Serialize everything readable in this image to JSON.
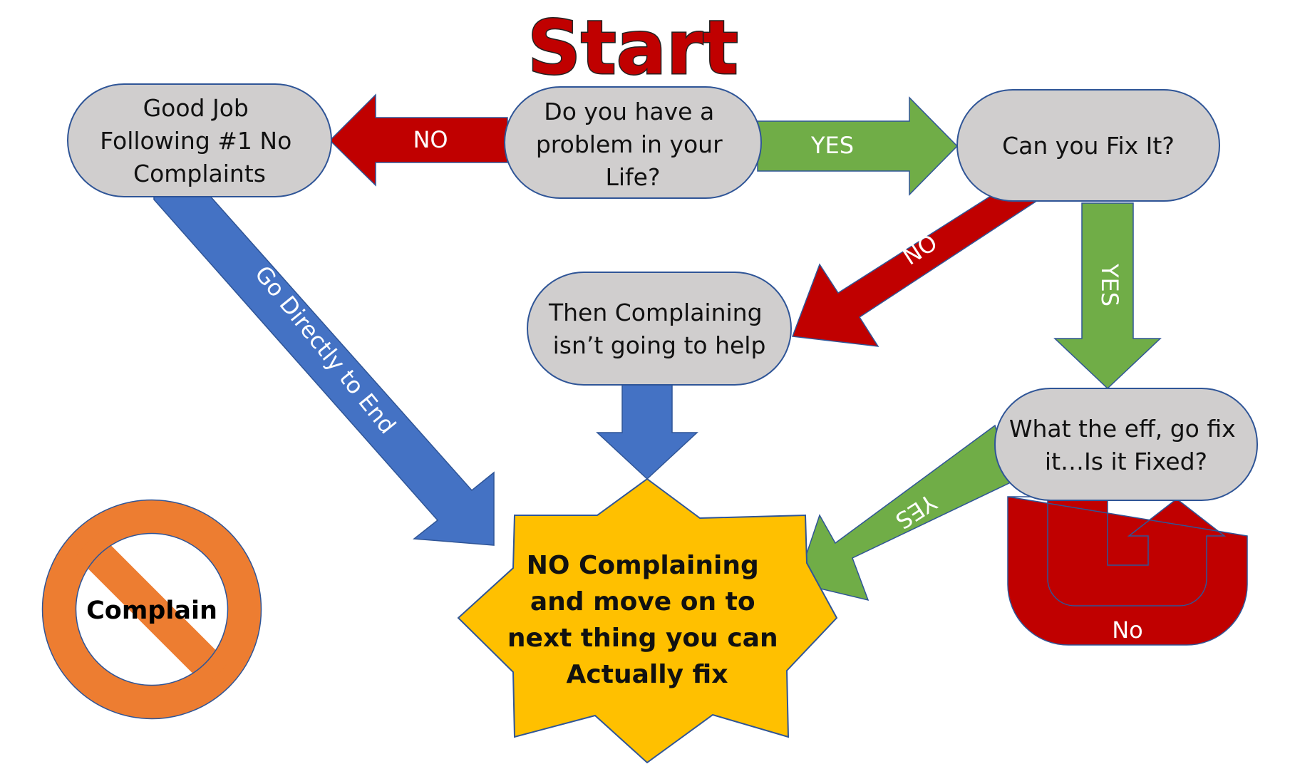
{
  "title": "Start",
  "colors": {
    "red": "#c00000",
    "green": "#70ad47",
    "blue": "#4472c4",
    "node_fill": "#d0cece",
    "node_border": "#2f5597",
    "star_fill": "#ffc000",
    "sign": "#ed7d31"
  },
  "nodes": {
    "problem": [
      "Do you have a",
      "problem in your",
      "Life?"
    ],
    "good_job": [
      "Good Job",
      "Following #1 No",
      "Complaints"
    ],
    "can_fix": [
      "Can you Fix It?"
    ],
    "then_complaining": [
      "Then Complaining",
      "isn’t going to help"
    ],
    "go_fix": [
      "What the eff, go fix",
      "it…Is it Fixed?"
    ]
  },
  "arrows": {
    "no_to_good_job": "NO",
    "yes_to_can_fix": "YES",
    "no_to_then_complaining": "NO",
    "yes_to_go_fix": "YES",
    "go_directly": "Go Directly to End",
    "yes_to_end": "YES",
    "no_loop": "No"
  },
  "end": [
    "NO Complaining",
    "and move on to",
    "next thing you can",
    "Actually fix"
  ],
  "no_sign": {
    "label": "Complain",
    "icon": "no-complain-sign-icon"
  }
}
